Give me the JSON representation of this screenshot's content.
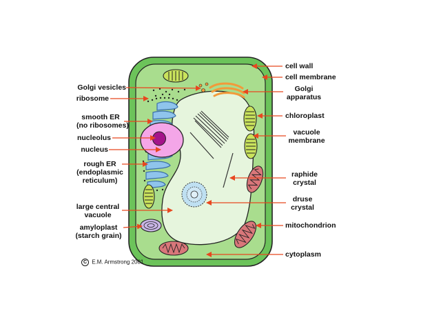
{
  "labels_left": {
    "golgi_vesicles": "Golgi vesicles",
    "ribosome": "ribosome",
    "smooth_er_1": "smooth ER",
    "smooth_er_2": "(no ribosomes)",
    "nucleolus": "nucleolus",
    "nucleus": "nucleus",
    "rough_er_1": "rough ER",
    "rough_er_2": "(endoplasmic",
    "rough_er_3": "reticulum)",
    "large_vacuole_1": "large central",
    "large_vacuole_2": "vacuole",
    "amyloplast_1": "amyloplast",
    "amyloplast_2": "(starch grain)"
  },
  "labels_right": {
    "cell_wall": "cell wall",
    "cell_membrane": "cell membrane",
    "golgi_1": "Golgi",
    "golgi_2": "apparatus",
    "chloroplast": "chloroplast",
    "vacuole_membrane_1": "vacuole",
    "vacuole_membrane_2": "membrane",
    "raphide_1": "raphide",
    "raphide_2": "crystal",
    "druse_1": "druse",
    "druse_2": "crystal",
    "mitochondrion": "mitochondrion",
    "cytoplasm": "cytoplasm"
  },
  "copyright": {
    "symbol": "C",
    "text": "E.M. Armstrong 2001"
  },
  "colors": {
    "cell_wall": "#6cc35a",
    "cytoplasm": "#a9dd8e",
    "vacuole": "#e6f5dd",
    "nucleus": "#f4a6e8",
    "nucleolus": "#a4148a",
    "er": "#8fc4ec",
    "golgi": "#f29a3a",
    "chloroplast": "#c9e35c",
    "mitochondrion": "#d9777a",
    "arrow": "#e8471f"
  }
}
